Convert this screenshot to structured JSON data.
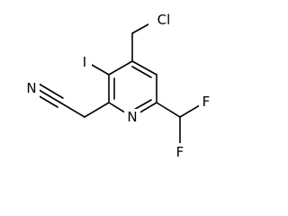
{
  "molecule": {
    "atoms": {
      "cl": "Cl",
      "i": "I",
      "n_cyano": "N",
      "n_ring": "N",
      "f_top": "F",
      "f_bottom": "F"
    }
  }
}
